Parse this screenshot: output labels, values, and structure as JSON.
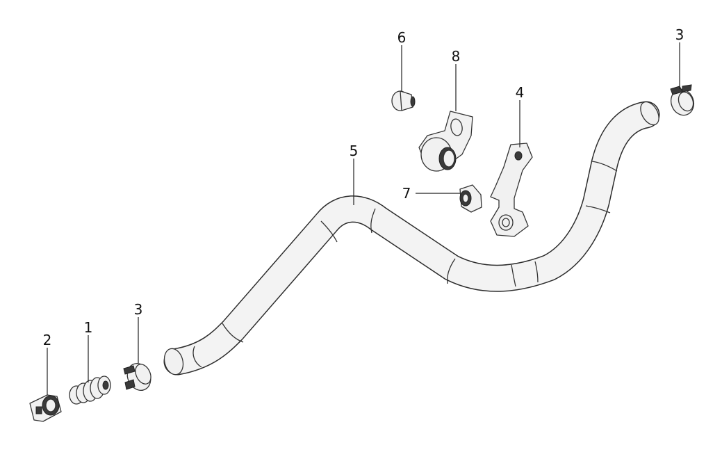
{
  "callouts": [
    {
      "id": "c1",
      "label": "1"
    },
    {
      "id": "c2",
      "label": "2"
    },
    {
      "id": "c3a",
      "label": "3"
    },
    {
      "id": "c3b",
      "label": "3"
    },
    {
      "id": "c4",
      "label": "4"
    },
    {
      "id": "c5",
      "label": "5"
    },
    {
      "id": "c6",
      "label": "6"
    },
    {
      "id": "c7",
      "label": "7"
    },
    {
      "id": "c8",
      "label": "8"
    }
  ]
}
